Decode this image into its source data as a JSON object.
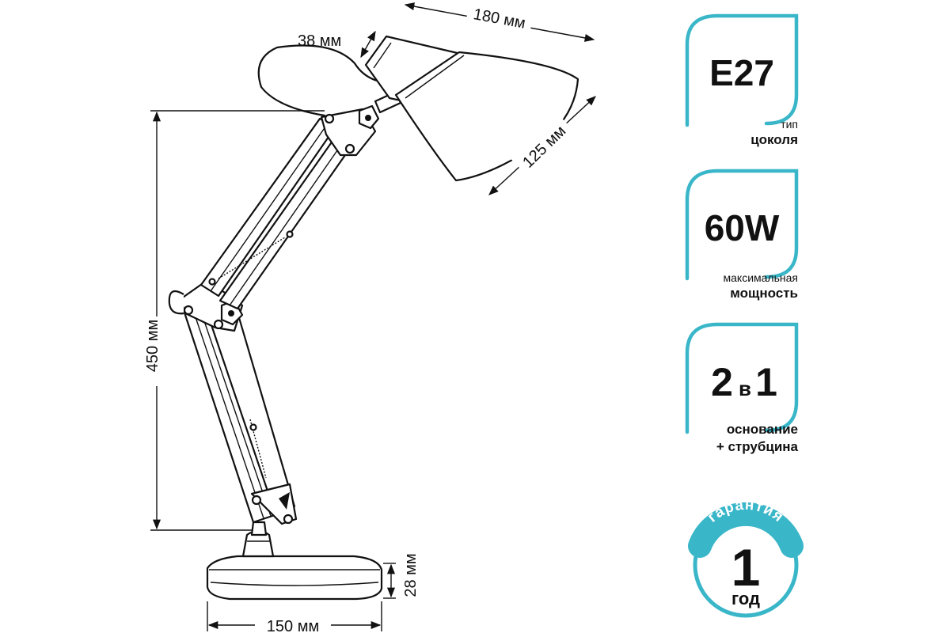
{
  "dimensions": {
    "width_top": "180 мм",
    "neck": "38 мм",
    "shade_diameter": "125 мм",
    "height": "450 мм",
    "base_height": "28 мм",
    "base_width": "150 мм"
  },
  "badges": [
    {
      "value": "E27",
      "caption_small": "тип",
      "caption_bold": "цоколя"
    },
    {
      "value": "60W",
      "caption_small": "максимальная",
      "caption_bold": "мощность"
    },
    {
      "value_big1": "2",
      "value_small": "в",
      "value_big2": "1",
      "caption_line1": "основание",
      "caption_line2": "+ струбцина"
    }
  ],
  "warranty": {
    "arc_label": "гарантия",
    "number": "1",
    "unit": "год"
  },
  "colors": {
    "accent": "#3ab6c9",
    "ink": "#111111"
  }
}
